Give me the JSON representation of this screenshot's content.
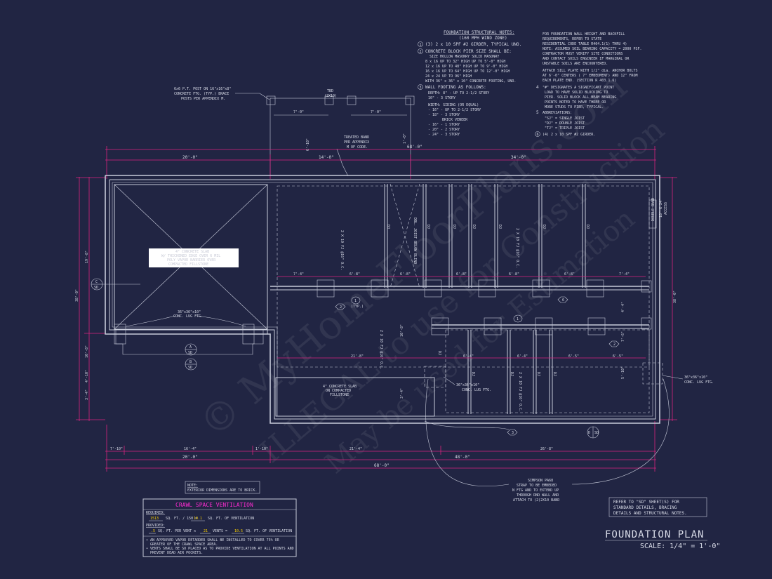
{
  "watermark": {
    "line1": "© MyHomeFloorPlans.com",
    "line2": "ILLEGAL to use for Construction",
    "line3": "May be used for Estimation"
  },
  "structural_notes": {
    "title": "FOUNDATION STRUCTURAL NOTES:",
    "subtitle": "(160 MPH WIND ZONE)",
    "n1": "(3) 2 x 10 SPF #2 GIRDER, TYPICAL UNO.",
    "n2": "CONCRETE BLOCK PIER SIZE SHALL BE:",
    "n2_header": "SIZE     HOLLOW MASONRY    SOLID MASONRY",
    "n2_rows": [
      "8 x 16      UP TO 32\" HIGH      UP TO 5'-0\" HIGH",
      "12 x 16     UP TO 48\" HIGH      UP TO 9'-0\" HIGH",
      "16 x 16     UP TO 64\" HIGH      UP TO 12'-0\" HIGH",
      "24 x 24     UP TO 96\" HIGH",
      "WITH 36\" x 36\" x 10\" CONCRETE FOOTING, UNO."
    ],
    "n3": "WALL FOOTING AS FOLLOWS:",
    "n3_lines": [
      "DEPTH:  8\" - UP TO 2-1/2 STORY",
      "        10\" - 3 STORY",
      "WIDTH:  SIDING (OR EQUAL)",
      "        - 16\" - UP TO 2-1/2 STORY",
      "        - 18\" - 3 STORY",
      "BRICK VENEER",
      "        - 16\" - 1 STORY",
      "        - 20\" - 2 STORY",
      "        - 24\" - 3 STORY"
    ],
    "right": [
      "FOR FOUNDATION WALL HEIGHT AND BACKFILL",
      "REQUIREMENTS, REFER TO STATE",
      "RESIDENTIAL CODE TABLE R404.1(1) THRU 4)",
      "NOTE: ASSUMED SOIL BEARING CAPACITY = 2000 PSF.",
      "CONTRACTOR MUST VERIFY SITE CONDITIONS",
      "AND CONTACT SOILS ENGINEER IF MARGINAL OR",
      "UNSTABLE SOILS ARE ENCOUNTERED.",
      "",
      "ATTACH SILL PLATE WITH 1/2\" dia. ANCHOR BOLTS",
      "AT 6'-0\" CENTERS ( 7\" EMBEDMENT) AND 12\" FROM",
      "EACH PLATE END. (SECTION R 403.1.6)"
    ],
    "n4": "\"#\" DESIGNATES A SIGNIFICANT POINT",
    "n4_lines": [
      "LOAD TO HAVE SOLID BLOCKING TO",
      "PIER. SOLID BLOCK ALL BEAM BEARING",
      "POINTS NOTED TO HAVE THREE OR",
      "MORE STUDS TO PIER, TYPICAL."
    ],
    "n5": "ABBREVIATIONS:",
    "n5_lines": [
      "\"SJ\" = SINGLE JOIST",
      "\"DJ\" = DOUBLE JOIST",
      "\"TJ\" = TRIPLE JOIST"
    ],
    "n6": "(4) 2 x 10 SPF #2 GIRDER."
  },
  "callouts": {
    "post": "6x6 P.T. POST ON 16\"x16\"x8\"",
    "post2": "CONCRETE FTG. (TYP.) BRACE",
    "post3": "POSTS PER APPENDIX M.",
    "step_dim": "7'-0\"",
    "treated_band": "TREATED BAND",
    "treated_band2": "PER APPENDIX",
    "treated_band3": "M OF CODE.",
    "tbd": "TBD",
    "tbd2": "(2X10)",
    "slab": "4\" CONCRETE SLAB",
    "slab2": "ON COMPACTED",
    "slab3": "FILLSTONE",
    "lug1": "36\"x36\"x10\"",
    "lug1b": "CONC. LUG FTG.",
    "lug2": "36\"x36\"x10\"",
    "lug2b": "CONC. LUG FTG.",
    "lug3": "36\"x36\"x10\"",
    "lug3b": "CONC. LUG FTG.",
    "typ": "(TYP.)",
    "access": "ACCESS",
    "access_dim": "18\" X 24\"",
    "double_band": "DOUBLE BAND",
    "joist_label": "2 X 10 FJ @16\" O.C.",
    "dbl_joist_below": "DBL. JOIST BELOW BLIND",
    "simpson1": "SIMPSON PA68",
    "simpson2": "STRAP TO BE EMBEDED",
    "simpson3": "N FTG AND TO EXTEND UP",
    "simpson4": "THROUGH RND WALL AND",
    "simpson5": "ATTACH TO (2)2X10 BAND",
    "dj": "DJ",
    "garage_note1": "4\" CONCRETE SLAB",
    "garage_note2": "W/ THICKENED EDGE OVER 6 MIL",
    "garage_note3": "POLY VAPOR BARRIER OVER",
    "garage_note4": "COMPACTED FILLSTONE"
  },
  "dimensions": {
    "top_overall": "68'-0\"",
    "top_left": "20'-0\"",
    "top_mid": "14'-0\"",
    "top_right": "34'-0\"",
    "bot_1": "7'-10\"",
    "bot_2": "16'-4\"",
    "bot_3": "1'-10\"",
    "bot_4": "21'-4\"",
    "bot_5": "26'-8\"",
    "bot_garage": "20'-0\"",
    "bot_house": "48'-0\"",
    "bot_overall": "68'-0\"",
    "left_top": "19'-8\"",
    "left_overall": "38'-0\"",
    "left_b1": "10'-8\"",
    "left_b2": "4'-10\"",
    "left_b3": "3'-4\"",
    "right_overall": "38'-0\"",
    "pier_row1": [
      "7'-4\"",
      "6'-8\"",
      "6'-8\"",
      "6'-8\"",
      "6'-8\"",
      "6'-8\"",
      "7'-4\""
    ],
    "pier_row2": [
      "21'-8\"",
      "6'-4\"",
      "6'-4\"",
      "6'-5\"",
      "6'-5\""
    ],
    "mid_v": "10'-8\"",
    "mid_v2": "3'-4\"",
    "r1": "4'-4\"",
    "r2": "7'-6\"",
    "r3": "5'-10\"",
    "step_v": "1'-0\"",
    "step_v2": "6'-10\""
  },
  "section_tags": [
    {
      "letter": "C",
      "sheet": "SD"
    },
    {
      "letter": "A",
      "sheet": "SD"
    },
    {
      "letter": "B",
      "sheet": "SD"
    },
    {
      "letter": "D",
      "sheet": "SD"
    }
  ],
  "pier_tags": [
    "1",
    "1",
    "2",
    "2",
    "3",
    "6"
  ],
  "brick_note_title": "NOTE:",
  "brick_note": "EXTERIOR DIMENSIONS ARE TO BRICK.",
  "crawl": {
    "title": "CRAWL SPACE VENTILATION",
    "required_label": "REQUIRED:",
    "req_val": "1513",
    "req_text1": "SQ. FT. / 150 =",
    "req_val2": "10.1",
    "req_text2": "SQ. FT. OF VENTILATION",
    "provided_label": "PROVIDED:",
    "prov_val": ".5",
    "prov_text1": "SQ. FT. PER VENT x",
    "prov_val2": "21",
    "prov_text2": "VENTS =",
    "prov_val3": "10.5",
    "prov_text3": "SQ. FT. OF VENTILATION",
    "bullet1a": "AN APPROVED VAPOR RETARDER SHALL BE INSTALLED TO COVER 75% OR",
    "bullet1b": "GREATER OF THE CRAWL SPACE AREA.",
    "bullet2a": "VENTS SHALL BE SO PLACED AS TO PROVIDE VENTILATION AT ALL POINTS AND",
    "bullet2b": "PREVENT DEAD AIR POCKETS.",
    "title_color": "#ff2bd1",
    "value_color": "#ffd400"
  },
  "refer": {
    "line1": "REFER TO \"SD\" SHEET(S) FOR",
    "line2": "STANDARD DETAILS, BRACING",
    "line3": "DETAILS AND STRUCTURAL NOTES."
  },
  "title_block": {
    "title": "FOUNDATION PLAN",
    "scale": "SCALE: 1/4\" = 1'-0\""
  },
  "colors": {
    "background": "#212543",
    "linework": "#c7cbda",
    "dimension": "#d8247f"
  }
}
